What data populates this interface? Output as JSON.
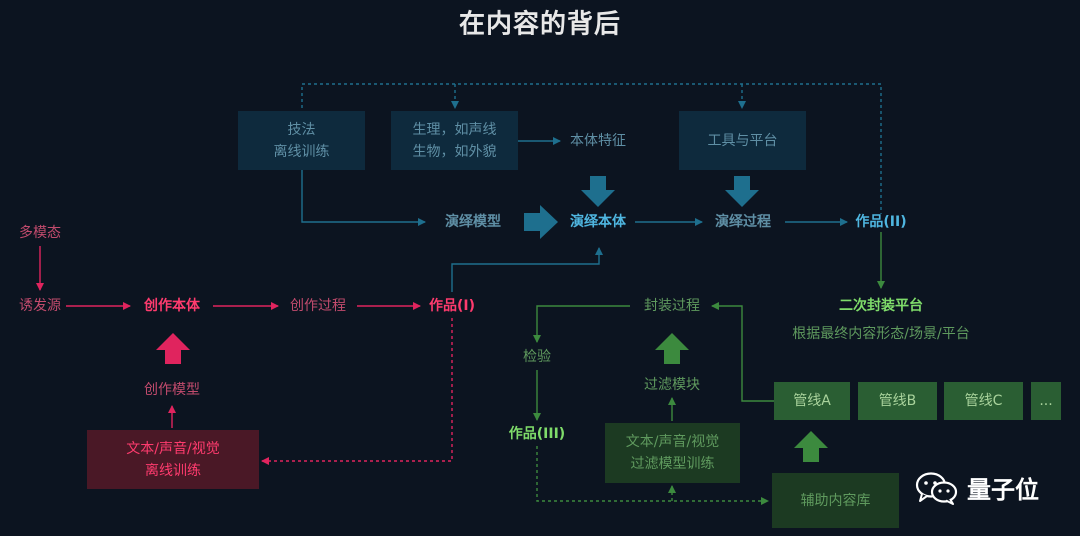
{
  "title": "在内容的背后",
  "colors": {
    "background": "#0c1420",
    "blue": "#1e6f8e",
    "blue_text": "#5f8fa5",
    "blue_bold": "#4fb6e0",
    "red": "#e0245e",
    "red_text": "#c24b6d",
    "red_bold": "#ff3b6e",
    "green": "#3c8a3e",
    "green_text": "#5f9a5e",
    "green_bold": "#7fdc6a",
    "pipe_text": "#a9d39c"
  },
  "boxes": {
    "technique": [
      "技法",
      "离线训练"
    ],
    "physiology": [
      "生理，如声线",
      "生物，如外貌"
    ],
    "tools": "工具与平台",
    "offline_training": [
      "文本/声音/视觉",
      "离线训练"
    ],
    "filter_training": [
      "文本/声音/视觉",
      "过滤模型训练"
    ],
    "asset_library": "辅助内容库",
    "pipelines": [
      "管线A",
      "管线B",
      "管线C",
      "..."
    ]
  },
  "labels": {
    "entity_features": "本体特征",
    "perf_model": "演绎模型",
    "perf_entity": "演绎本体",
    "perf_process": "演绎过程",
    "work_2": "作品(II)",
    "multimodal": "多模态",
    "trigger": "诱发源",
    "creative_entity": "创作本体",
    "creative_process": "创作过程",
    "work_1": "作品(I)",
    "creative_model": "创作模型",
    "packaging_process": "封装过程",
    "secondary_platform": "二次封装平台",
    "platform_desc": "根据最终内容形态/场景/平台",
    "inspection": "检验",
    "filter_module": "过滤模块",
    "work_3": "作品(III)"
  },
  "logo": {
    "icon": "wechat-icon",
    "text": "量子位"
  }
}
